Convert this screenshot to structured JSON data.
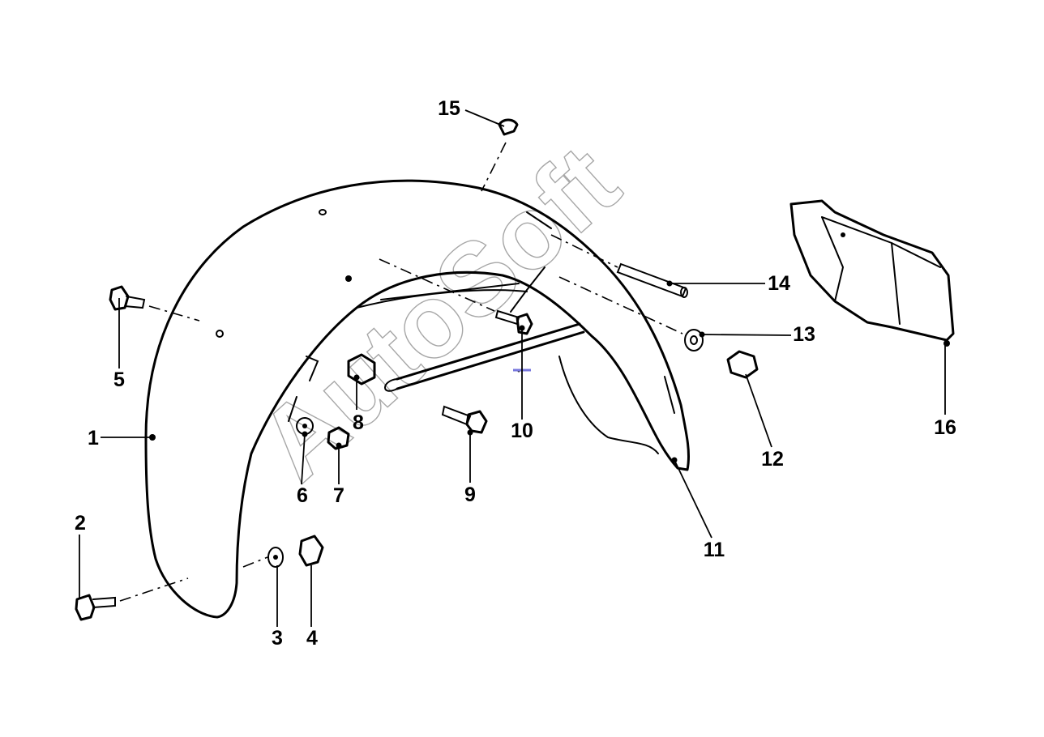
{
  "diagram": {
    "watermark": "AutoSoft",
    "accent_color": "#7777dd",
    "callouts": [
      {
        "id": "c1",
        "label": "1"
      },
      {
        "id": "c2",
        "label": "2"
      },
      {
        "id": "c3",
        "label": "3"
      },
      {
        "id": "c4",
        "label": "4"
      },
      {
        "id": "c5",
        "label": "5"
      },
      {
        "id": "c6",
        "label": "6"
      },
      {
        "id": "c7",
        "label": "7"
      },
      {
        "id": "c8",
        "label": "8"
      },
      {
        "id": "c9",
        "label": "9"
      },
      {
        "id": "c10",
        "label": "10"
      },
      {
        "id": "c11",
        "label": "11"
      },
      {
        "id": "c12",
        "label": "12"
      },
      {
        "id": "c13",
        "label": "13"
      },
      {
        "id": "c14",
        "label": "14"
      },
      {
        "id": "c15",
        "label": "15"
      },
      {
        "id": "c16",
        "label": "16"
      }
    ]
  }
}
